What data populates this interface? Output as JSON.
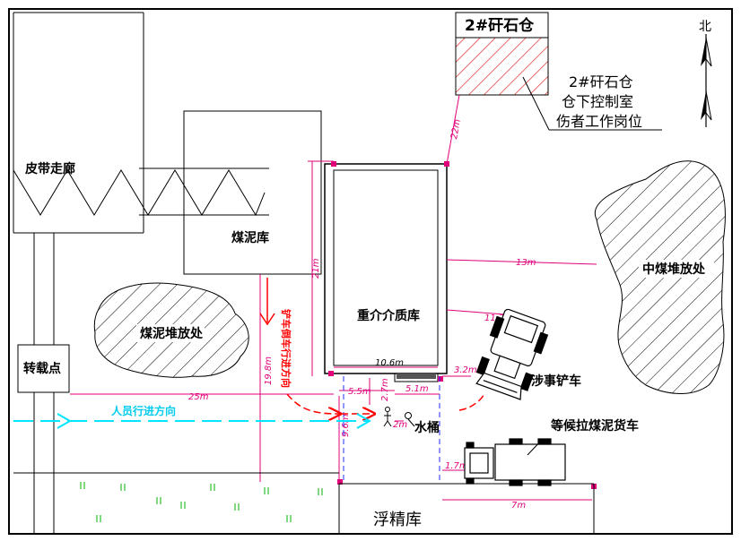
{
  "labels": {
    "gangue_bin": "2#矸石仓",
    "control_room_line1": "2#矸石仓",
    "control_room_line2": "仓下控制室",
    "control_room_line3": "伤者工作岗位",
    "north": "北",
    "belt_corridor": "皮带走廊",
    "slime_storage": "煤泥库",
    "dense_medium_storage": "重介介质库",
    "middling_stack": "中煤堆放处",
    "slime_stack": "煤泥堆放处",
    "transfer_point": "转载点",
    "loader_route": "铲车倒车行进方向",
    "person_route": "人员行进方向",
    "accident_loader": "涉事铲车",
    "water_bucket": "水桶",
    "waiting_truck": "等候拉煤泥货车",
    "clean_coal_storage": "浮精库"
  },
  "dimensions": {
    "d22": "22m",
    "d21": "21m",
    "d13": "13m",
    "d11_2": "11.2m",
    "d19_8": "19.8m",
    "d10_6": "10.6m",
    "d3_2": "3.2m",
    "d25": "25m",
    "d5_5": "5.5m",
    "d2_7": "2.7m",
    "d5_1": "5.1m",
    "d2": "2m",
    "d9_6": "9.6m",
    "d1_7": "1.7m",
    "d7": "7m"
  },
  "colors": {
    "dimension": "#e0007a",
    "loader_route": "#ff0000",
    "person_route": "#00e5ff",
    "hatch": "#000000",
    "gangue_hatch": "#e00000",
    "blue_dash": "#2030ff",
    "grass": "#00b000"
  }
}
